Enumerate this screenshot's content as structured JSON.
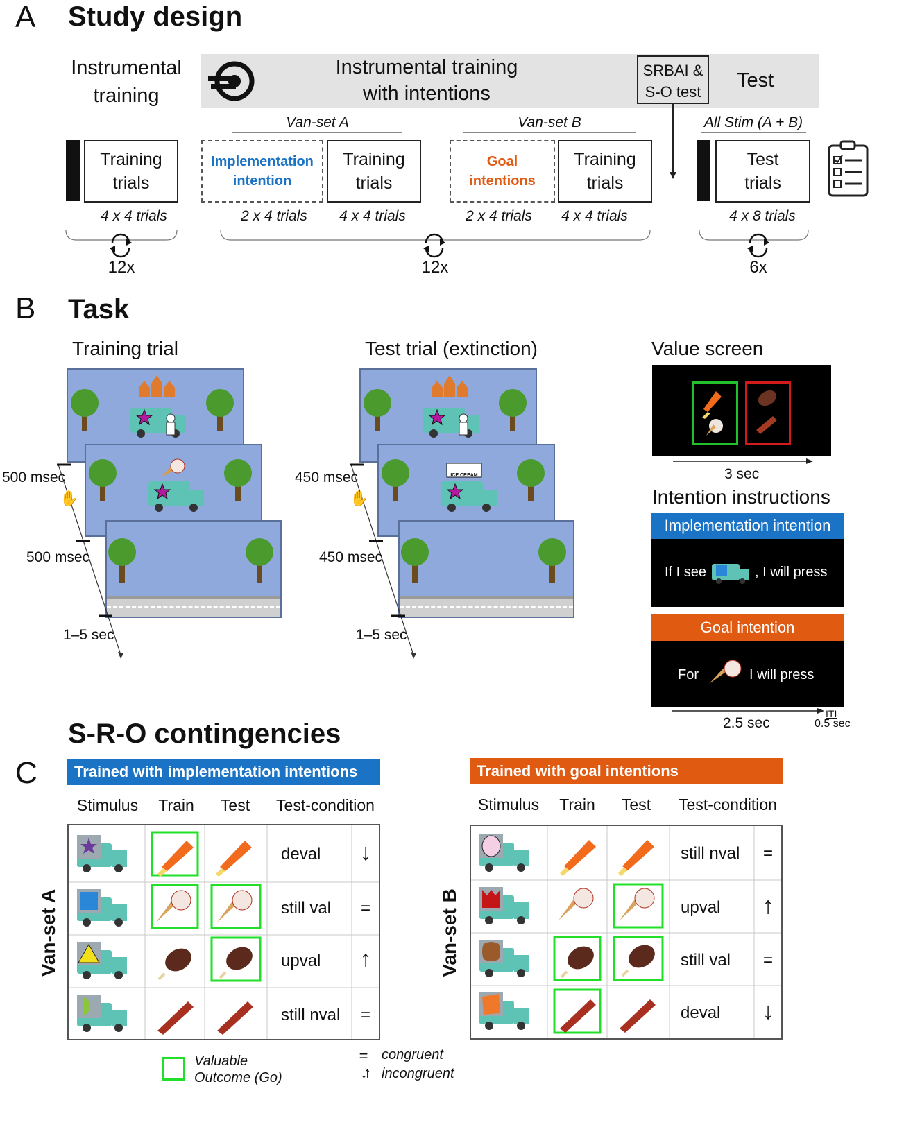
{
  "panelA": {
    "letter": "A",
    "title": "Study design",
    "phase1": [
      "Instrumental",
      "training"
    ],
    "phase2": [
      "Instrumental training",
      "with intentions"
    ],
    "srbai": [
      "SRBAI &",
      "S-O test"
    ],
    "test_label": "Test",
    "vanA": "Van-set A",
    "vanB": "Van-set B",
    "allStim": "All Stim (A + B)",
    "training_trials": [
      "Training",
      "trials"
    ],
    "impl_box": [
      "Implementation",
      "intention"
    ],
    "goal_box": [
      "Goal",
      "intentions"
    ],
    "test_trials": [
      "Test",
      "trials"
    ],
    "counts": [
      "4 x 4 trials",
      "2 x 4 trials",
      "4 x 4 trials",
      "2 x 4 trials",
      "4 x 4 trials",
      "4 x 8 trials"
    ],
    "reps": [
      "12x",
      "12x",
      "6x"
    ],
    "colors": {
      "impl": "#1a73c4",
      "goal": "#e05a12",
      "band": "#e3e3e3"
    }
  },
  "panelB": {
    "letter": "B",
    "title": "Task",
    "training_title": "Training trial",
    "test_title": "Test trial (extinction)",
    "value_title": "Value screen",
    "t500a": "500 msec",
    "t500b": "500 msec",
    "t15a": "1–5 sec",
    "t450a": "450 msec",
    "t450b": "450 msec",
    "t15b": "1–5 sec",
    "three_sec": "3 sec",
    "intent_title": "Intention instructions",
    "impl_header": "Implementation intention",
    "impl_text_a": "If I see",
    "impl_text_b": ", I will press",
    "goal_header": "Goal intention",
    "goal_text_a": "For",
    "goal_text_b": "I will press",
    "two5": "2.5 sec",
    "iti": "ITI",
    "iti_val": "0.5 sec",
    "ice_cream_sign": "ICE CREAM"
  },
  "panelC": {
    "letter": "C",
    "title": "S-R-O contingencies",
    "implHeader": "Trained with implementation intentions",
    "goalHeader": "Trained with goal intentions",
    "colStimulus": "Stimulus",
    "colTrain": "Train",
    "colTest": "Test",
    "colCond": "Test-condition",
    "vanA": "Van-set A",
    "vanB": "Van-set B",
    "rowsA": [
      {
        "cond": "deval",
        "sym": "↓"
      },
      {
        "cond": "still val",
        "sym": "="
      },
      {
        "cond": "upval",
        "sym": "↑"
      },
      {
        "cond": "still nval",
        "sym": "="
      }
    ],
    "rowsB": [
      {
        "cond": "still nval",
        "sym": "="
      },
      {
        "cond": "upval",
        "sym": "↑"
      },
      {
        "cond": "still val",
        "sym": "="
      },
      {
        "cond": "deval",
        "sym": "↓"
      }
    ],
    "legend_valuable": [
      "Valuable",
      "Outcome (Go)"
    ],
    "legend_eq_sym": "=",
    "legend_eq": "congruent",
    "legend_in_sym": "↓↑",
    "legend_in": "incongruent"
  }
}
